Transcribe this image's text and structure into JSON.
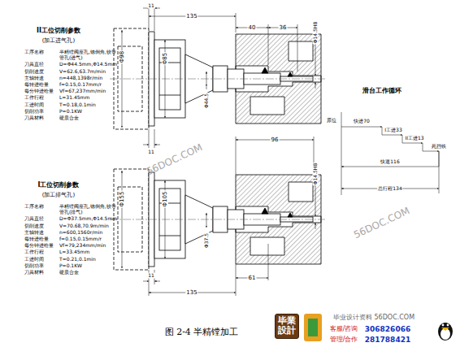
{
  "diagram": {
    "caption": "图 2-4  半精镗加工",
    "nodes": [
      {
        "text": [
          "毕業設計"
        ]
      }
    ],
    "labels": [
      "II工位切削参数",
      "(加工进气孔)",
      "工序名称",
      "半精镗阀座孔,锪倒角,铰导管孔(进气)",
      "刀具直径",
      "D=Φ44.5mm,Φ14.5mm",
      "切削速度",
      "V=62.6,63.7m/min",
      "主轴转速",
      "n=448,1398r/min",
      "每转进给量",
      "f=0.15,0.17mm/r",
      "每分钟进给量",
      "Vf=67,237mm/min",
      "工作行程",
      "L=31.45mm",
      "工进时间",
      "T=0.18,0.1min",
      "切削功率",
      "P=0.1KW",
      "刀具材料",
      "硬质合金",
      "I工位切削参数",
      "(加工排气孔)",
      "工序名称",
      "半精镗阀座孔,锪倒角,铰导管孔(排气)",
      "刀具直径",
      "D=Φ37.5mm,Φ14.5mm",
      "切削速度",
      "V=70.68,70.9m/min",
      "主轴转速",
      "n=600,1560r/min",
      "每转进给量",
      "f=0.15,0.15mm/r",
      "每分钟进给量",
      "Vf=79,234mm/min",
      "工作行程",
      "L=33.45mm",
      "工进时间",
      "T=0.21,0.1min",
      "切削功率",
      "P=0.1KW",
      "刀具材料",
      "硬质合金",
      "11",
      "135",
      "40",
      "36",
      "Φ14.5H8",
      "Φ98",
      "Φ85",
      "Φ44.5",
      "11",
      "96",
      "Φ155",
      "Φ105",
      "Φ37.5",
      "Φ14.5H8",
      "61",
      "11",
      "135",
      "滑台工作循环",
      "原位",
      "快进70",
      "I工进33",
      "II工进13",
      "死挡铁",
      "快退116",
      "总行程134",
      "56DOC.COM",
      "56DOC.COM",
      "毕业设计资料 56DOC.COM",
      "客服/咨询",
      "306826066",
      "管理/合作",
      "281788421"
    ]
  }
}
